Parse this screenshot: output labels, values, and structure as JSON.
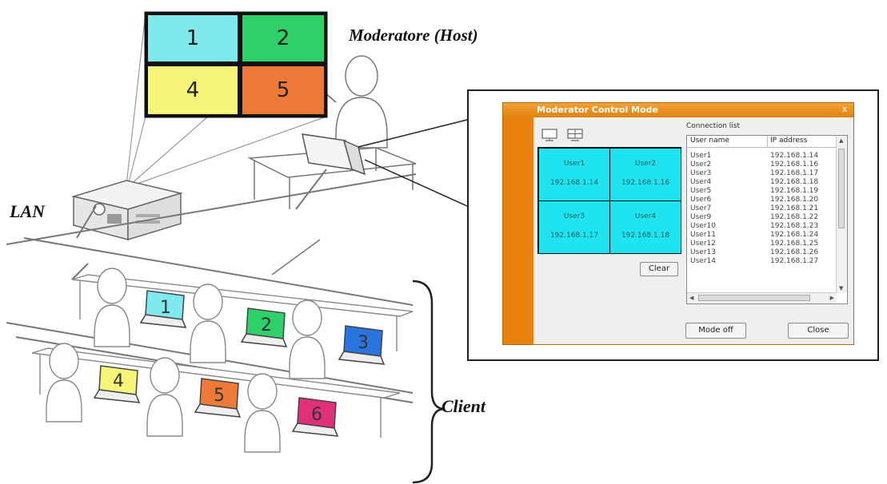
{
  "labels": {
    "host": "Moderatore (Host)",
    "lan": "LAN",
    "client": "Client"
  },
  "screen_tiles": [
    "1",
    "2",
    "4",
    "5"
  ],
  "laptop_screens": [
    "1",
    "2",
    "3",
    "4",
    "5",
    "6"
  ],
  "colors": {
    "cyan": "#7fe9ee",
    "green": "#2fd06a",
    "yellow": "#f5f57a",
    "orange": "#ee7a3a",
    "blue": "#2a74e0",
    "magenta": "#e0307a",
    "window_orange": "#e8810d"
  },
  "window": {
    "title": "Moderator Control Mode",
    "close_glyph": "x",
    "icons": [
      "monitor-icon",
      "split-screen-icon"
    ],
    "cells": [
      {
        "user": "User1",
        "ip": "192.168.1.14"
      },
      {
        "user": "User2",
        "ip": "192.168.1.16"
      },
      {
        "user": "User3",
        "ip": "192.168.1.17"
      },
      {
        "user": "User4",
        "ip": "192.168.1.18"
      }
    ],
    "clear_button": "Clear",
    "connection_list_label": "Connection list",
    "columns": [
      "User name",
      "IP address"
    ],
    "rows": [
      {
        "name": "User1",
        "ip": "192.168.1.14"
      },
      {
        "name": "User2",
        "ip": "192.168.1.16"
      },
      {
        "name": "User3",
        "ip": "192.168.1.17"
      },
      {
        "name": "User4",
        "ip": "192.168.1.18"
      },
      {
        "name": "User5",
        "ip": "192.168.1.19"
      },
      {
        "name": "User6",
        "ip": "192.168.1.20"
      },
      {
        "name": "User7",
        "ip": "192.168.1.21"
      },
      {
        "name": "User9",
        "ip": "192.168.1.22"
      },
      {
        "name": "User10",
        "ip": "192.168.1.23"
      },
      {
        "name": "User11",
        "ip": "192.168.1.24"
      },
      {
        "name": "User12",
        "ip": "192.168.1.25"
      },
      {
        "name": "User13",
        "ip": "192.168.1.26"
      },
      {
        "name": "User14",
        "ip": "192.168.1.27"
      }
    ],
    "mode_off_button": "Mode off",
    "close_button": "Close"
  }
}
